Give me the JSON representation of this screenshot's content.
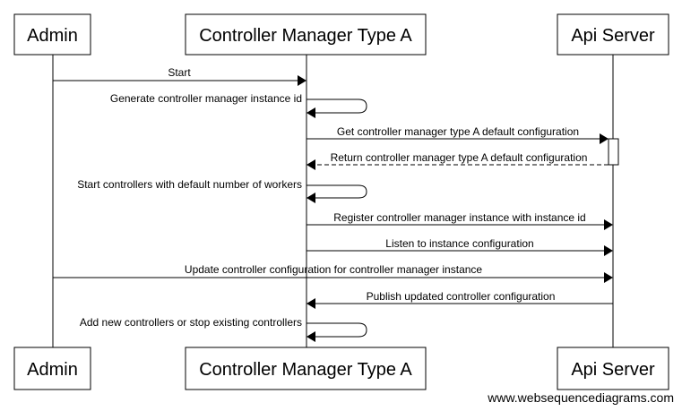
{
  "participants": [
    {
      "id": "admin",
      "label": "Admin"
    },
    {
      "id": "cm",
      "label": "Controller Manager Type A"
    },
    {
      "id": "api",
      "label": "Api Server"
    }
  ],
  "messages": [
    {
      "from": "admin",
      "to": "cm",
      "text": "Start",
      "style": "solid"
    },
    {
      "from": "cm",
      "to": "cm",
      "text": "Generate controller manager instance id",
      "style": "solid"
    },
    {
      "from": "cm",
      "to": "api",
      "text": "Get controller manager type A default configuration",
      "style": "solid"
    },
    {
      "from": "api",
      "to": "cm",
      "text": "Return controller manager type A default configuration",
      "style": "dashed"
    },
    {
      "from": "cm",
      "to": "cm",
      "text": "Start controllers with default number of workers",
      "style": "solid"
    },
    {
      "from": "cm",
      "to": "api",
      "text": "Register controller manager instance with instance id",
      "style": "solid"
    },
    {
      "from": "cm",
      "to": "api",
      "text": "Listen to instance configuration",
      "style": "solid"
    },
    {
      "from": "admin",
      "to": "api",
      "text": "Update controller configuration for controller manager instance",
      "style": "solid"
    },
    {
      "from": "api",
      "to": "cm",
      "text": "Publish updated controller configuration",
      "style": "solid"
    },
    {
      "from": "cm",
      "to": "cm",
      "text": "Add new controllers or stop existing controllers",
      "style": "solid"
    }
  ],
  "footer": "www.websequencediagrams.com"
}
